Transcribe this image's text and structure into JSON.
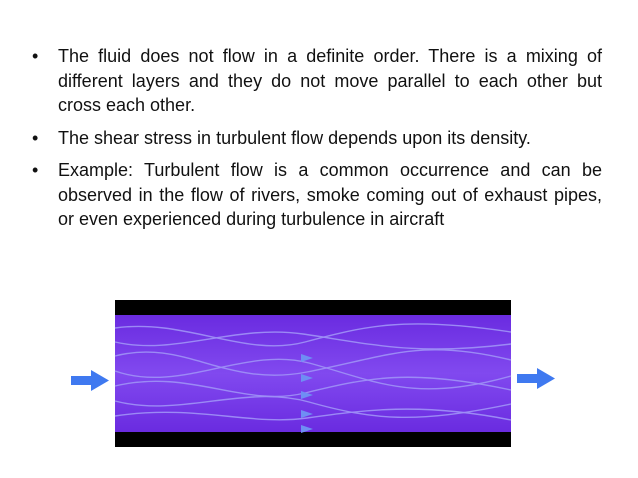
{
  "slide": {
    "bullets": [
      {
        "marker": "•",
        "text": "The fluid does not flow in a definite order. There is a mixing of different layers and they do not move parallel to each other but cross each other."
      },
      {
        "marker": "•",
        "text": "The shear stress in turbulent flow depends upon its density."
      },
      {
        "marker": "•",
        "text": "Example: Turbulent flow is a common occurrence and can be observed in the flow of rivers, smoke coming out of exhaust pipes, or even experienced during turbulence in aircraft"
      }
    ]
  },
  "figure": {
    "icon": "turbulent-flow-diagram",
    "colors": {
      "wall": "#000000",
      "fluid": "#6a2be0",
      "fluid_light": "#8149ef",
      "streamline": "#9d8ef5",
      "arrow": "#3f79f0",
      "inner_arrow": "#6f8ef4"
    }
  }
}
